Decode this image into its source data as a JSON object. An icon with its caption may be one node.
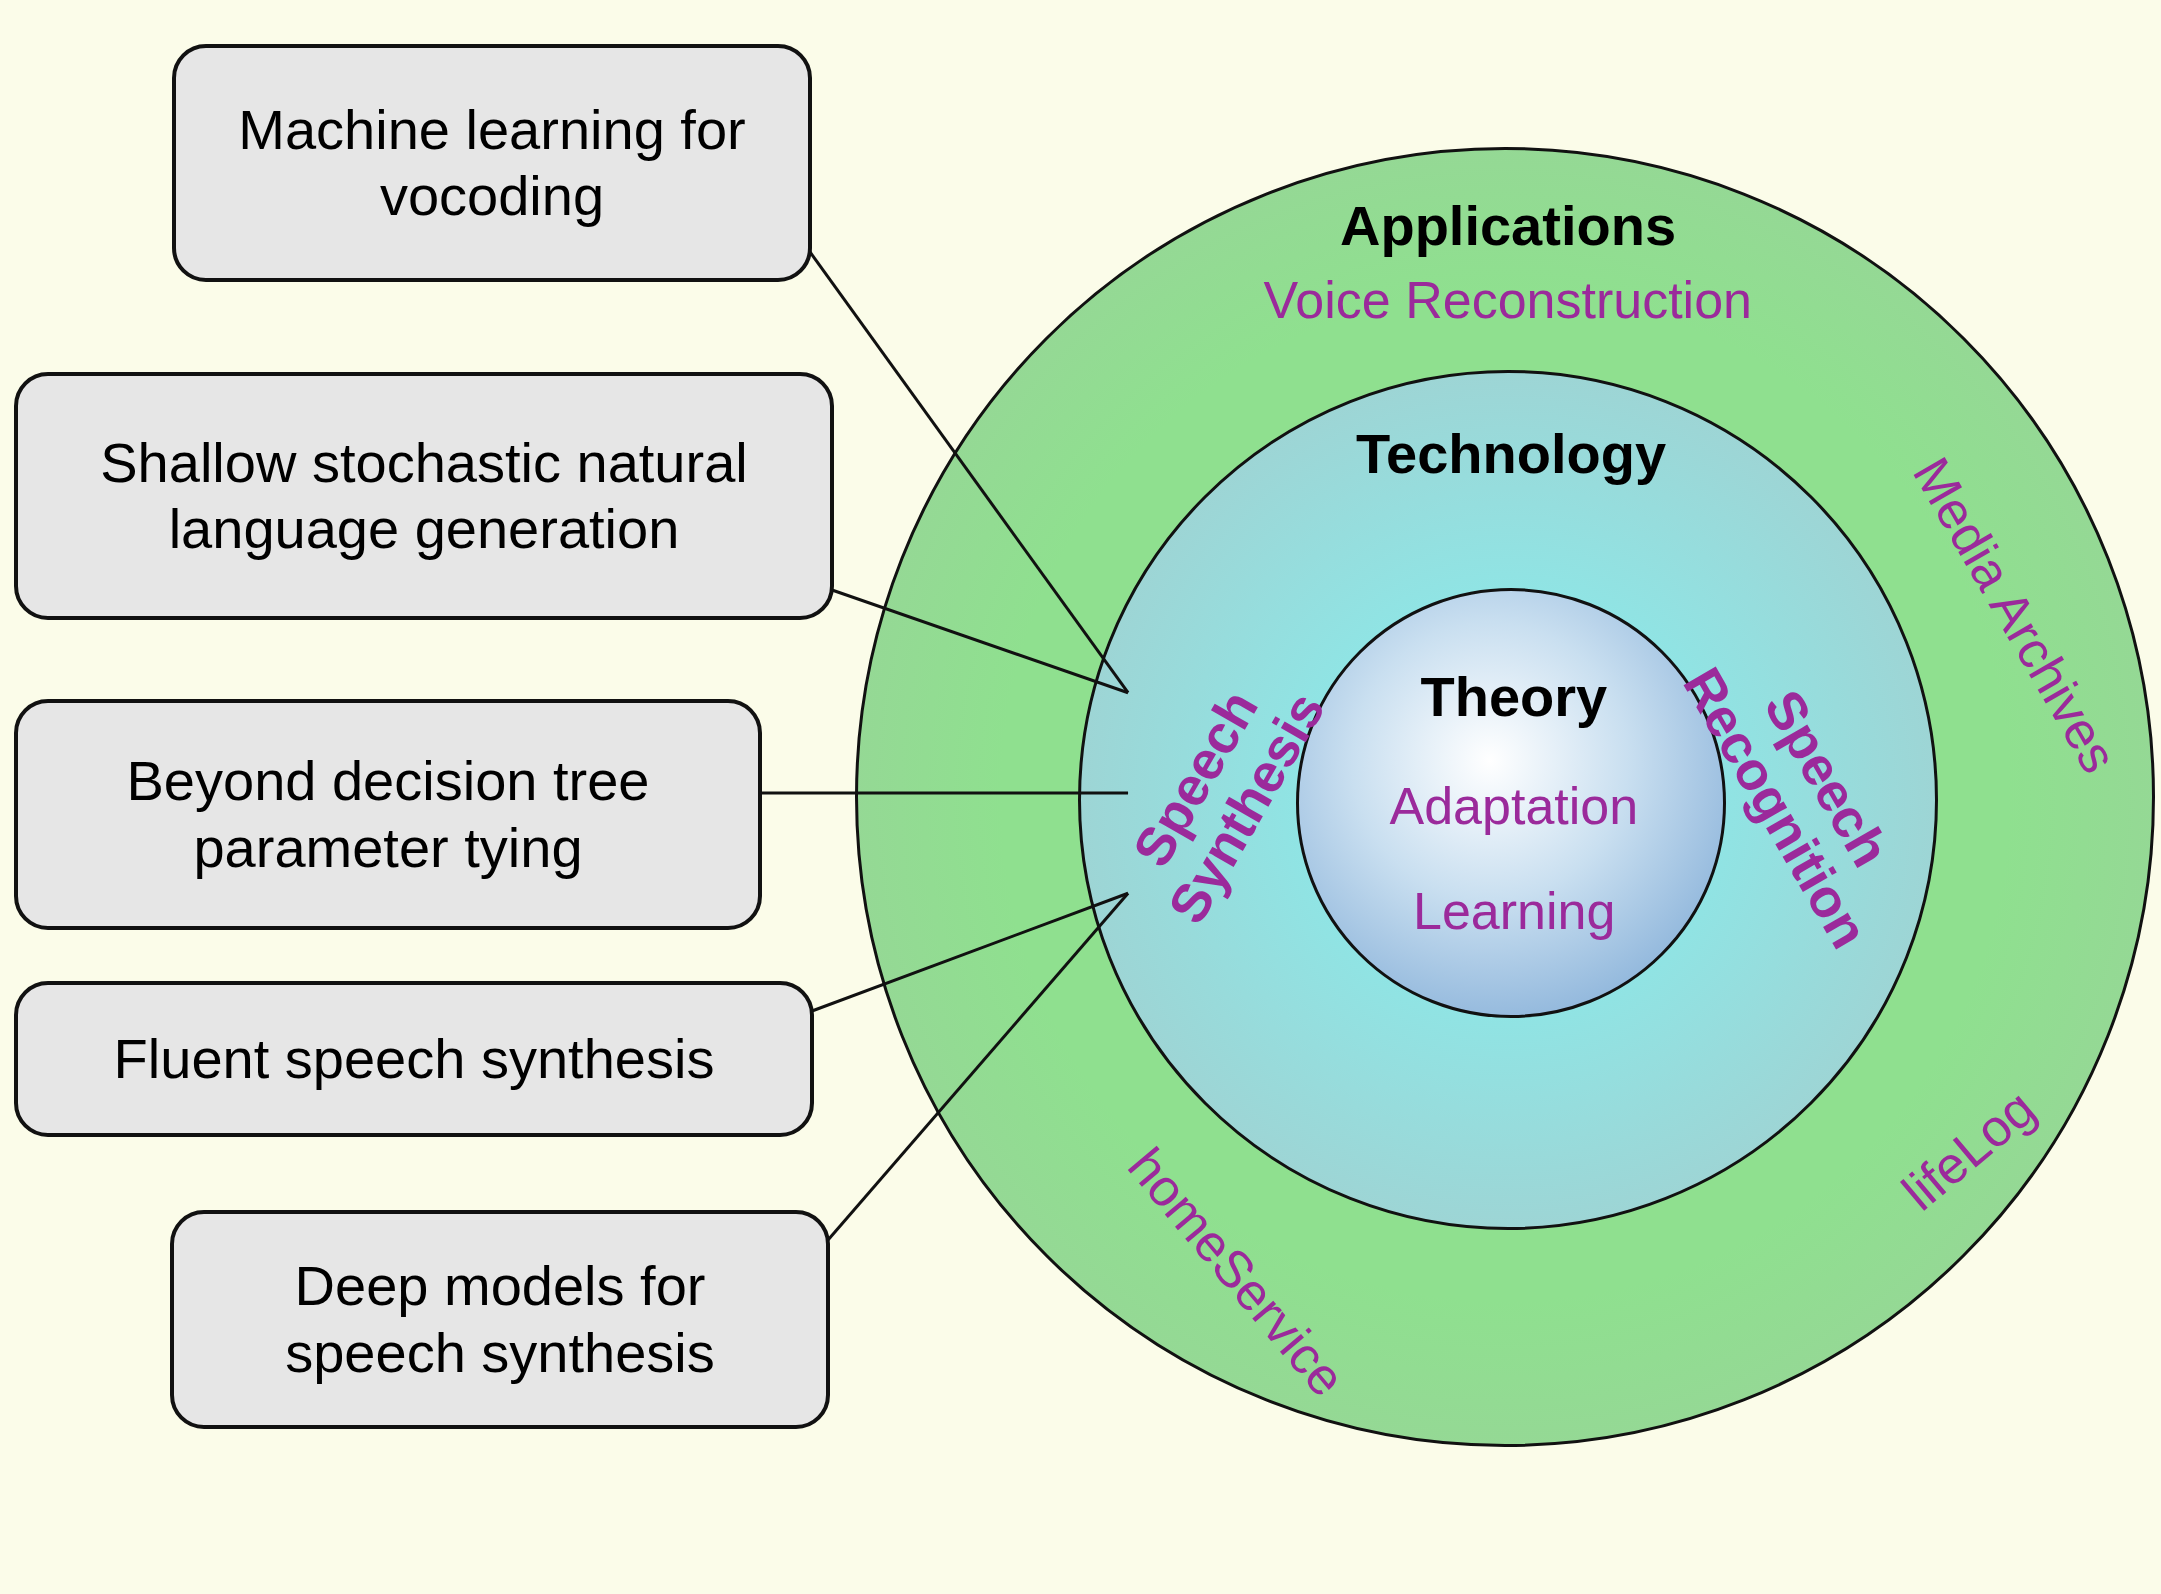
{
  "diagram": {
    "nodes": [
      {
        "text": [
          "Applications",
          "Voice Reconstruction",
          "Media Archives",
          "homeService",
          "lifeLog"
        ]
      },
      {
        "text": [
          "Technology",
          "Speech Recognition"
        ],
        "in": 0
      },
      {
        "text": [
          "Theory",
          "Adaptation",
          "Learning"
        ],
        "in": 1
      },
      {
        "text": [
          "Speech Synthesis"
        ],
        "in": 1
      },
      {
        "text": [
          "Machine learning for vocoding"
        ]
      },
      {
        "text": [
          "Shallow stochastic natural language generation"
        ]
      },
      {
        "text": [
          "Beyond decision tree parameter tying"
        ]
      },
      {
        "text": [
          "Fluent speech synthesis"
        ]
      },
      {
        "text": [
          "Deep models for speech synthesis"
        ]
      }
    ],
    "edges": [
      {
        "from": 4,
        "to": 3,
        "arrow": "none"
      },
      {
        "from": 5,
        "to": 3,
        "arrow": "none"
      },
      {
        "from": 6,
        "to": 3,
        "arrow": "none"
      },
      {
        "from": 7,
        "to": 3,
        "arrow": "none"
      },
      {
        "from": 8,
        "to": 3,
        "arrow": "none"
      }
    ]
  }
}
